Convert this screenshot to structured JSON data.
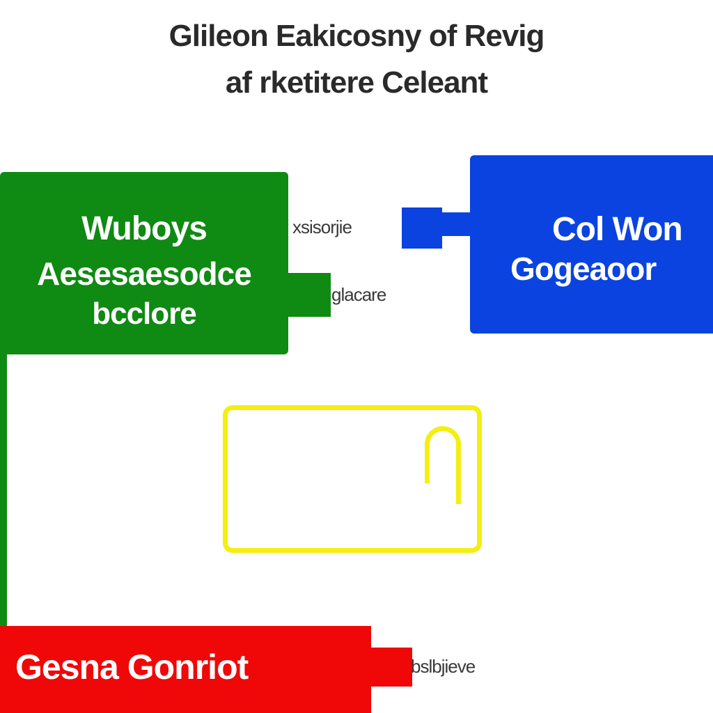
{
  "title": {
    "line1": "Glileon Eakicosny of Revig",
    "line2": "af rketitere Celeant"
  },
  "nodes": {
    "green": {
      "line1": "Wuboys",
      "line2": "Aesesaesodce",
      "line3": "bcclore",
      "color": "#0f8a12"
    },
    "blue": {
      "line1": "Col Won",
      "line2": "Gogeaoor",
      "color": "#0a43e0"
    },
    "red": {
      "line1": "Gesna Gonriot",
      "color": "#f00808"
    },
    "yellow": {
      "color": "#f4ee12"
    }
  },
  "edge_labels": {
    "top": "xsisorjie",
    "middle": "glacare",
    "bottom": "bslbjieve"
  }
}
